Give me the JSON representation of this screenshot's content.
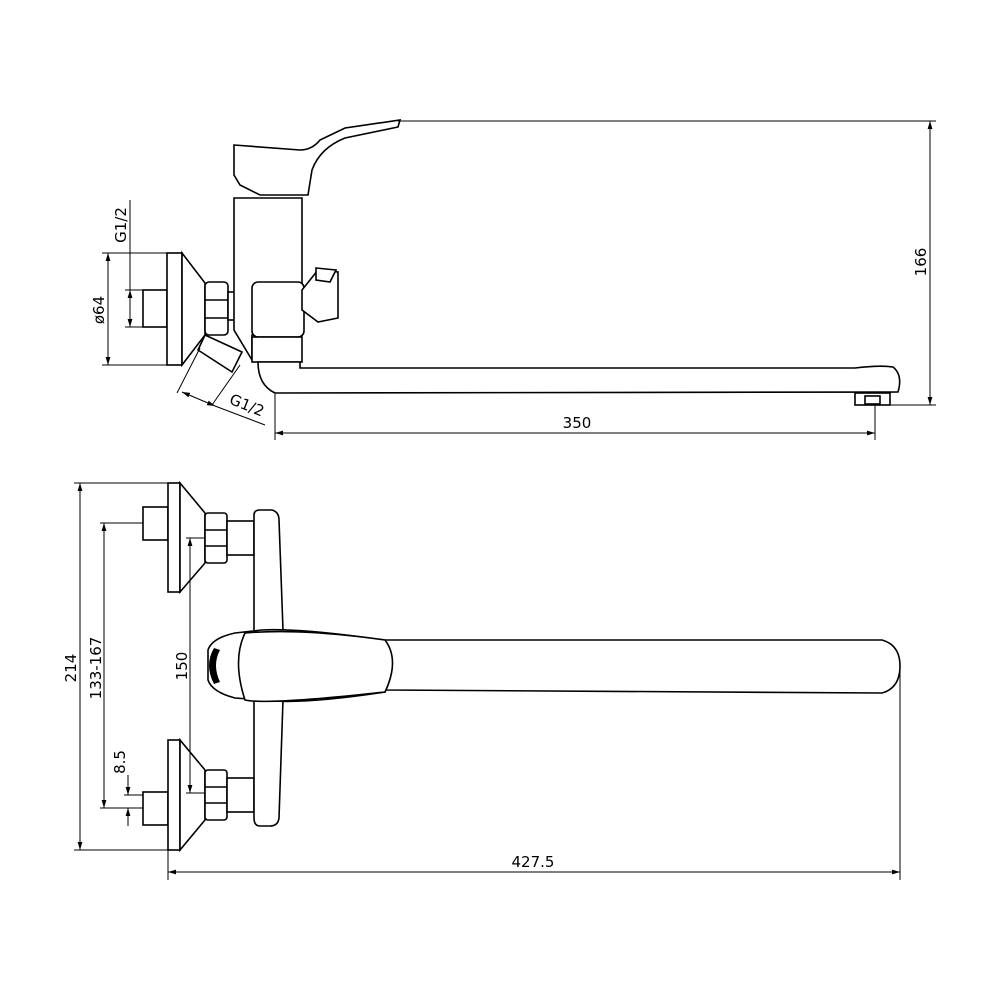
{
  "side_view": {
    "dim_height": "166",
    "dim_spout_length": "350",
    "dim_flange_diameter": "ø64",
    "dim_inlet_thread_top": "G1/2",
    "dim_inlet_thread_angled": "G1/2"
  },
  "top_view": {
    "dim_overall_height": "214",
    "dim_center_range": "133-167",
    "dim_center": "150",
    "dim_offset": "8.5",
    "dim_overall_length": "427.5"
  }
}
